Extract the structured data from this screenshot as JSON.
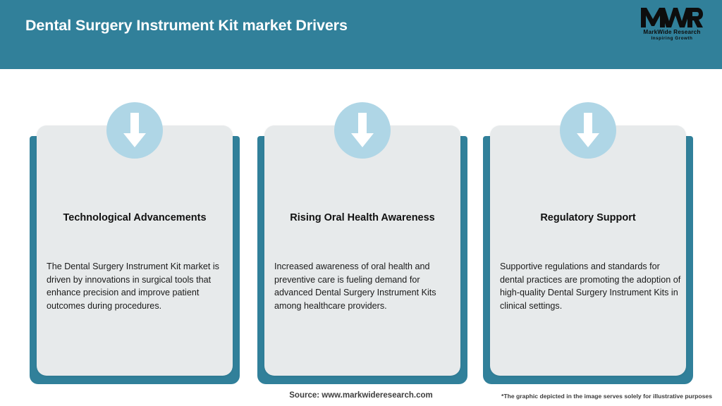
{
  "header": {
    "title": "Dental Surgery Instrument Kit market Drivers",
    "background_color": "#31809A",
    "title_color": "#FFFFFF"
  },
  "logo": {
    "mark": "MWR",
    "name": "MarkWide Research",
    "tagline": "Inspiring Growth"
  },
  "theme": {
    "accent_teal": "#31809A",
    "card_background": "#E7EAEB",
    "badge_circle": "#AFD6E6",
    "arrow_color": "#FFFFFF",
    "page_background": "#FFFFFF"
  },
  "cards": [
    {
      "icon": "arrow-down-icon",
      "title": "Technological Advancements",
      "body": "The Dental Surgery Instrument Kit market is driven by innovations in surgical tools that enhance precision and improve patient outcomes during procedures."
    },
    {
      "icon": "arrow-down-icon",
      "title": "Rising Oral Health Awareness",
      "body": "Increased awareness of oral health and preventive care is fueling demand for advanced Dental Surgery Instrument Kits among healthcare providers."
    },
    {
      "icon": "arrow-down-icon",
      "title": "Regulatory Support",
      "body": "Supportive regulations and standards for dental practices are promoting the adoption of high-quality Dental Surgery Instrument Kits in clinical settings."
    }
  ],
  "footer": {
    "source": "Source: www.markwideresearch.com",
    "disclaimer": "*The graphic depicted in the image serves solely for illustrative purposes"
  }
}
